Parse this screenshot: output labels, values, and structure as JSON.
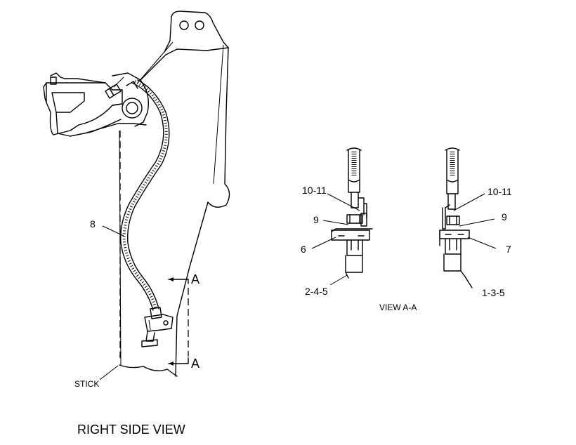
{
  "labels": {
    "hose": "8",
    "stick": "STICK",
    "section_top": "A",
    "section_bottom": "A",
    "right_side_view": "RIGHT SIDE VIEW",
    "view_aa": "VIEW A-A",
    "left_detail": {
      "clamp_bolt": "10-11",
      "washer": "9",
      "bracket": "6",
      "hose_parts": "2-4-5"
    },
    "right_detail": {
      "clamp_bolt": "10-11",
      "washer": "9",
      "bracket": "7",
      "hose_parts": "1-3-5"
    }
  }
}
